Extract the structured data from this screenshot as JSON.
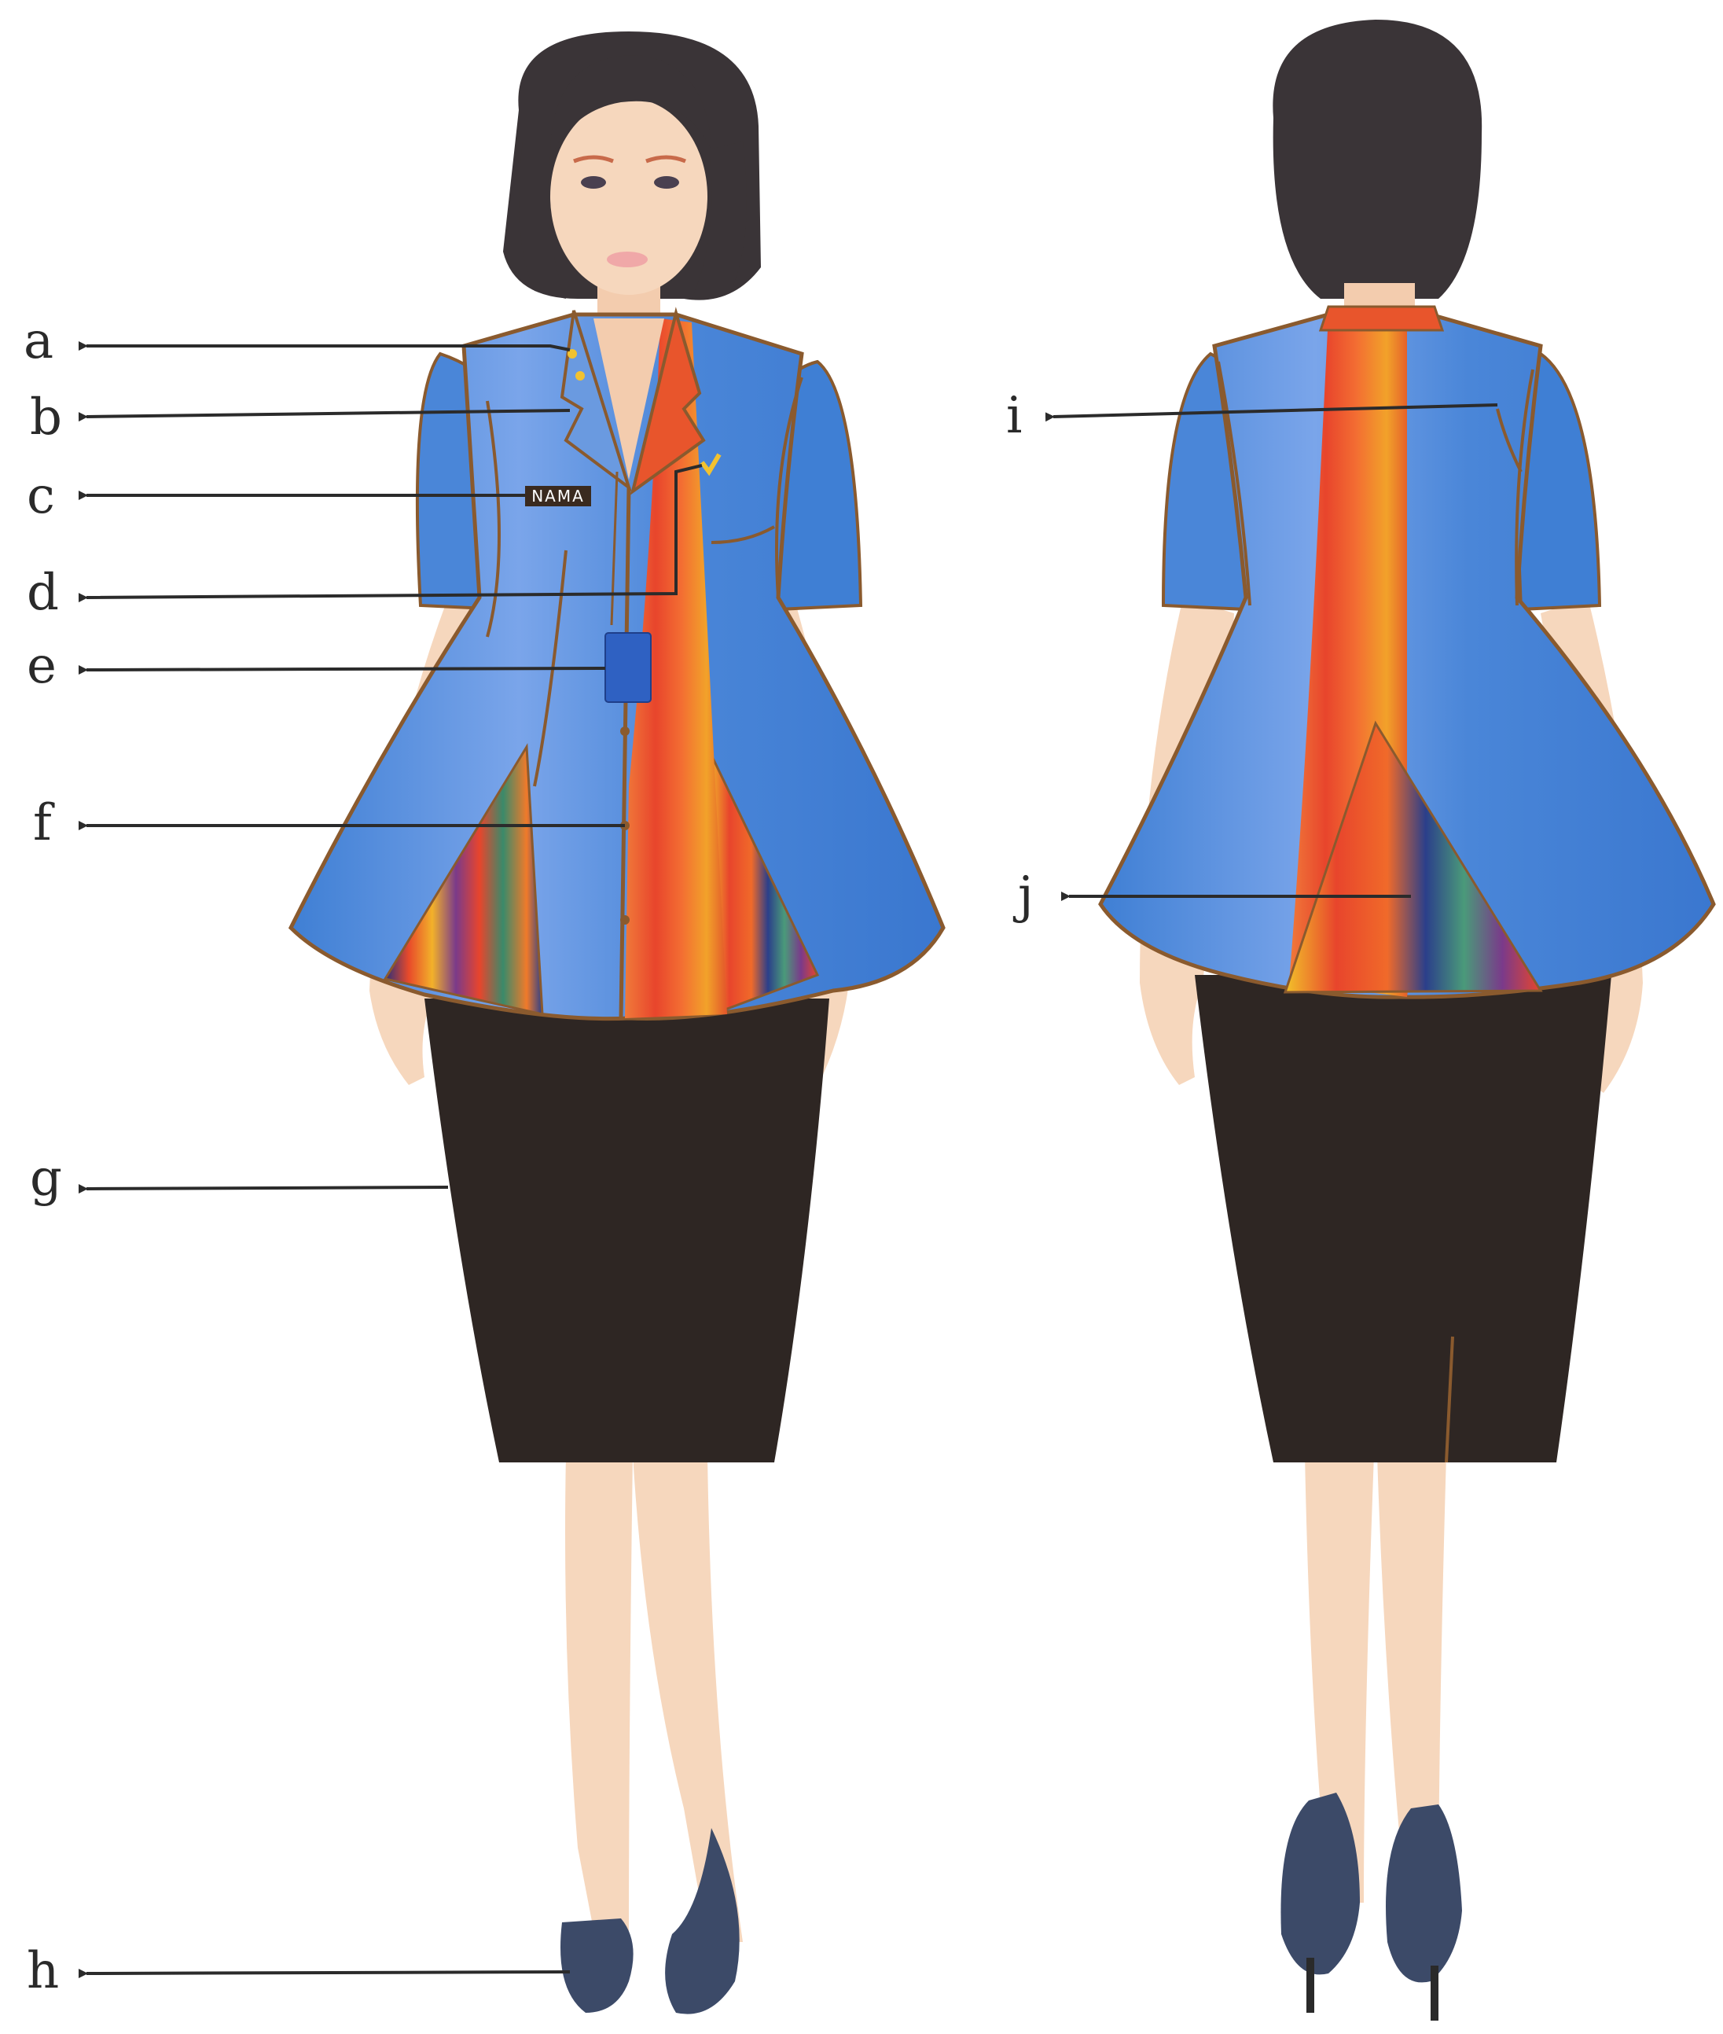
{
  "colors": {
    "skin": "#f6d7bd",
    "skin_shadow": "#e9bfa0",
    "hair": "#3a3437",
    "jacket_blue": "#3f7fd4",
    "jacket_light": "#8fb4ee",
    "stripe_orange": "#f06b2a",
    "stripe_red": "#e8452c",
    "stripe_yellow": "#f2a22a",
    "outline_brown": "#8a5a2e",
    "skirt": "#2e2623",
    "shoes": "#3c4a68",
    "arrow": "#2b2b2b",
    "badge": "#2f61c2",
    "name_tag": "#3a2a1f",
    "pin_gold": "#f2c230"
  },
  "labels": {
    "a": "a",
    "b": "b",
    "c": "c",
    "d": "d",
    "e": "e",
    "f": "f",
    "g": "g",
    "h": "h",
    "i": "i",
    "j": "j"
  },
  "name_tag_text": "NAMA",
  "views": [
    "front-view",
    "back-view"
  ]
}
